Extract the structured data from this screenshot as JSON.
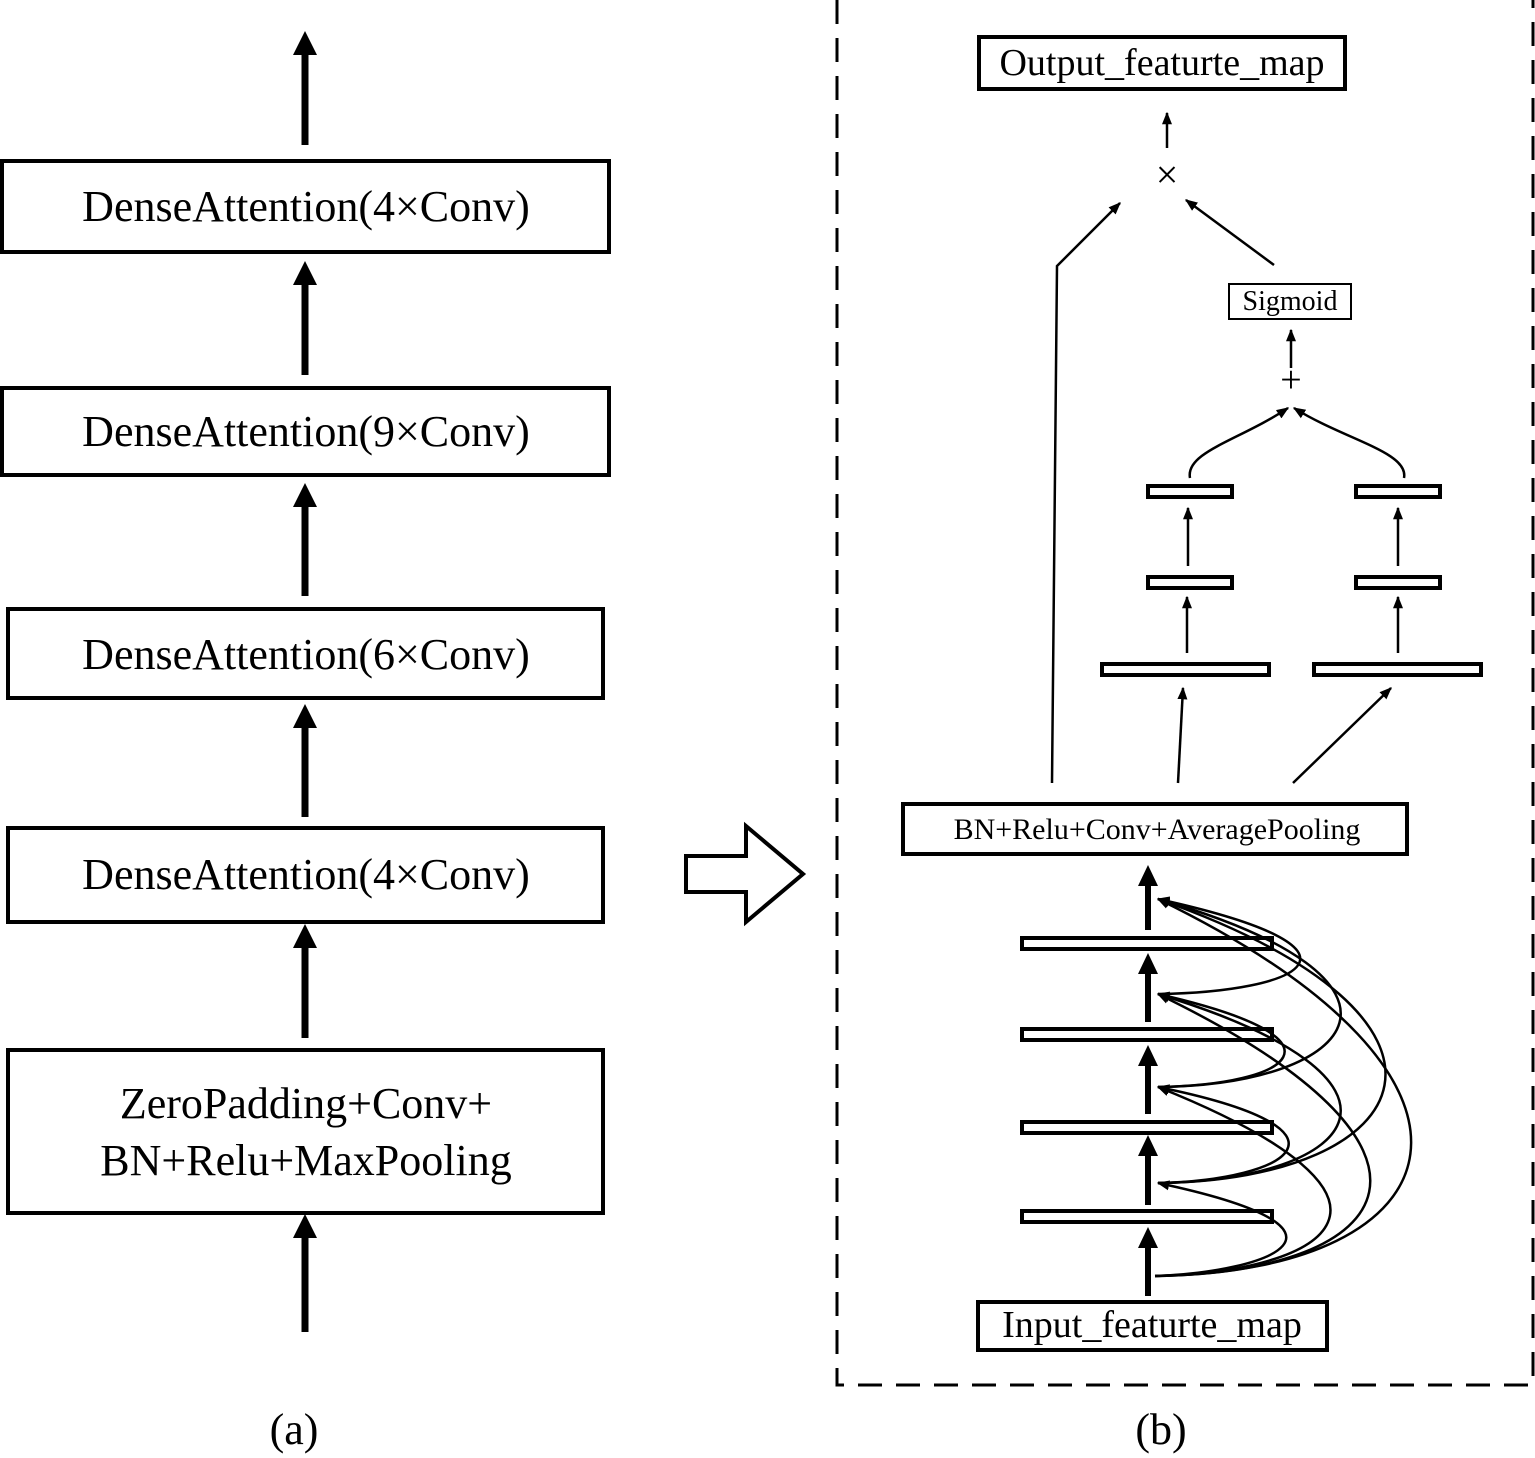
{
  "panel_a": {
    "blocks": [
      "DenseAttention(4×Conv)",
      "DenseAttention(9×Conv)",
      "DenseAttention(6×Conv)",
      "DenseAttention(4×Conv)"
    ],
    "stem": {
      "line1": "ZeroPadding+Conv+",
      "line2": "BN+Relu+MaxPooling"
    },
    "caption": "(a)"
  },
  "panel_b": {
    "output": "Output_featurte_map",
    "multiply": "×",
    "sigmoid": "Sigmoid",
    "plus": "+",
    "transition": "BN+Relu+Conv+AveragePooling",
    "input": "Input_featurte_map",
    "caption": "(b)"
  }
}
